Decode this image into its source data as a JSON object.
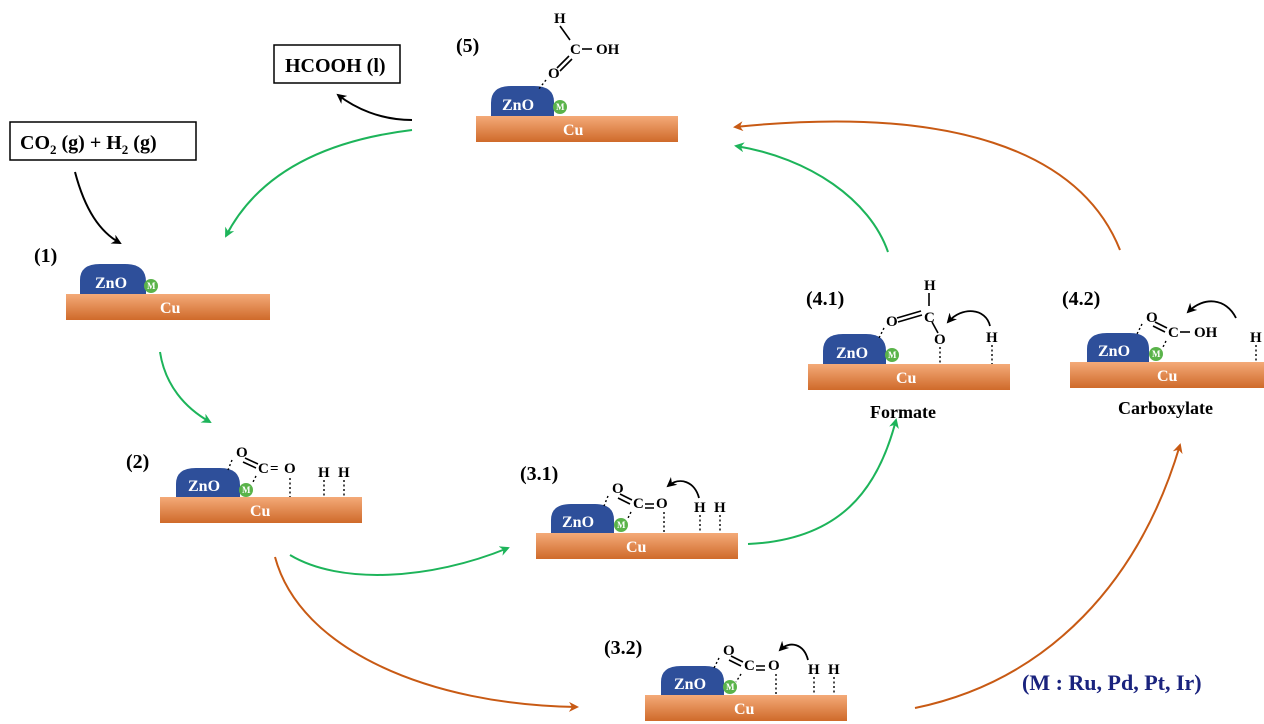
{
  "colors": {
    "green_arrow": "#1db45a",
    "orange_arrow": "#c85a14",
    "black_arrow": "#000000",
    "zno": "#2e4f9a",
    "metal": "#5ab34a",
    "cu_top": "#f2a06a",
    "cu_bottom": "#d4702f"
  },
  "labels": {
    "reactants_co2": "CO",
    "reactants_sub2": "2",
    "reactants_mid": " (g) + H",
    "reactants_h_sub2": "2",
    "reactants_end": " (g)",
    "product": "HCOOH (l)",
    "legend": "(M : Ru, Pd, Pt, Ir)"
  },
  "common": {
    "zno": "ZnO",
    "cu": "Cu",
    "m": "M"
  },
  "atoms": {
    "O": "O",
    "C": "C",
    "H": "H",
    "OH": "OH",
    "dash": "—",
    "eq": "="
  },
  "steps": [
    {
      "id": "s1",
      "label": "(1)",
      "caption": ""
    },
    {
      "id": "s2",
      "label": "(2)",
      "caption": ""
    },
    {
      "id": "s31",
      "label": "(3.1)",
      "caption": ""
    },
    {
      "id": "s32",
      "label": "(3.2)",
      "caption": ""
    },
    {
      "id": "s41",
      "label": "(4.1)",
      "caption": "Formate"
    },
    {
      "id": "s42",
      "label": "(4.2)",
      "caption": "Carboxylate"
    },
    {
      "id": "s5",
      "label": "(5)",
      "caption": ""
    }
  ]
}
